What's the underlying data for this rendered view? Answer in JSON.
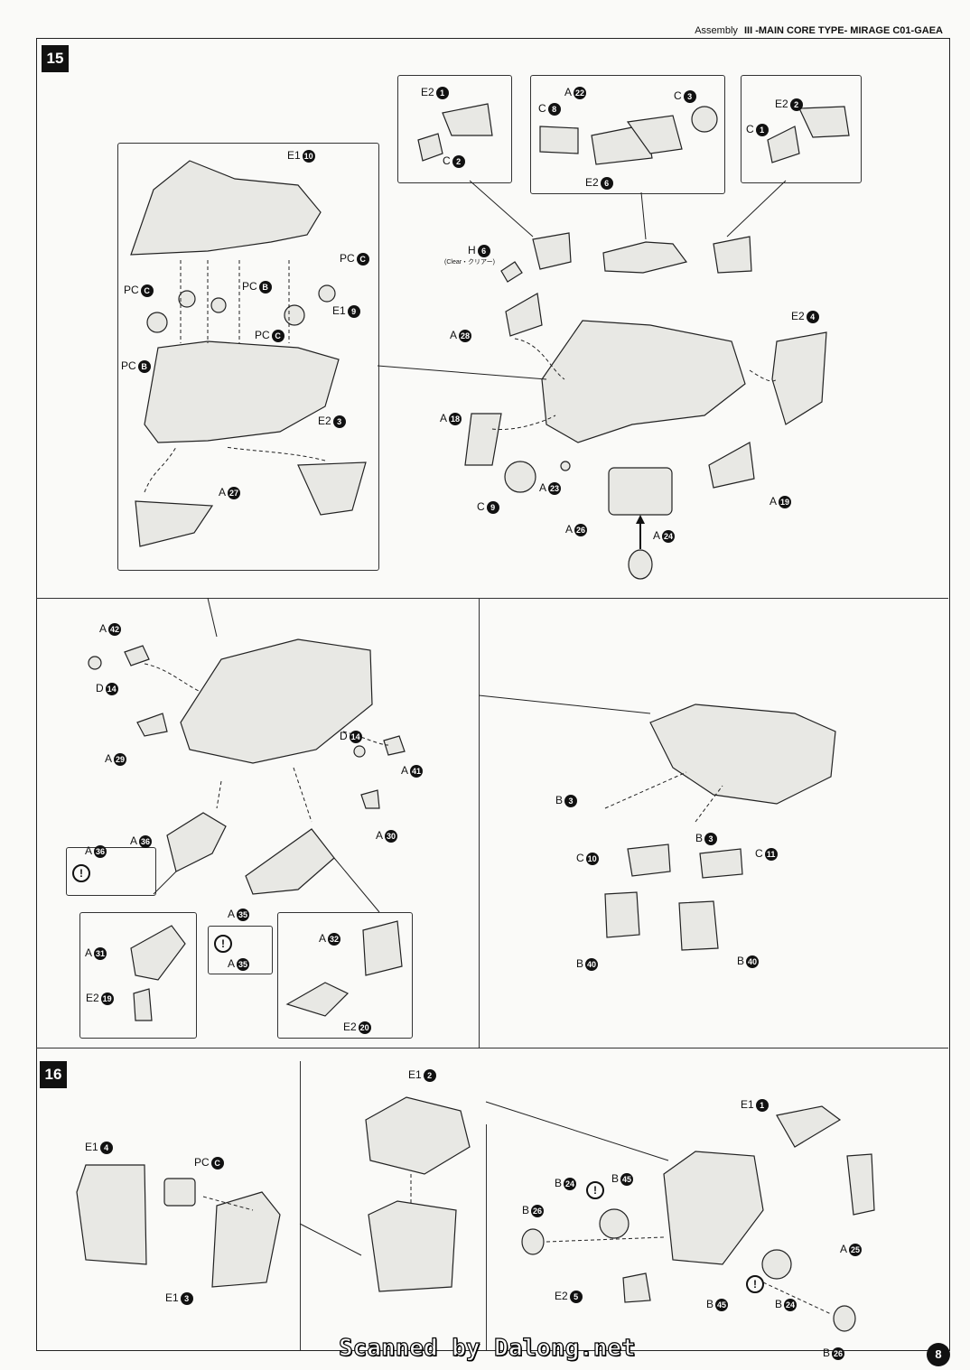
{
  "header": {
    "lead": "Assembly",
    "title": "III -MAIN CORE TYPE- MIRAGE C01-GAEA"
  },
  "steps": {
    "s15": "15",
    "s16": "16"
  },
  "footer": {
    "scan": "Scanned by Dalong.net",
    "page": "8"
  },
  "labels": {
    "e2_1": "E2",
    "n_e2_1": "1",
    "c_2": "C",
    "n_c_2": "2",
    "a_22": "A",
    "n_a_22": "22",
    "c_3": "C",
    "n_c_3": "3",
    "c_8": "C",
    "n_c_8": "8",
    "e2_6": "E2",
    "n_e2_6": "6",
    "e2_2": "E2",
    "n_e2_2": "2",
    "c_1": "C",
    "n_c_1": "1",
    "h_6": "H",
    "n_h_6": "6",
    "clear": "(Clear・クリアー)",
    "e1_10": "E1",
    "n_e1_10": "10",
    "pc_c1": "PC",
    "n_pc_c1": "C",
    "pc_c2": "PC",
    "n_pc_c2": "C",
    "pc_b1": "PC",
    "n_pc_b1": "B",
    "pc_b2": "PC",
    "n_pc_b2": "B",
    "pc_c3": "PC",
    "n_pc_c3": "C",
    "e1_9": "E1",
    "n_e1_9": "9",
    "e2_3": "E2",
    "n_e2_3": "3",
    "a_27": "A",
    "n_a_27": "27",
    "a_28": "A",
    "n_a_28": "28",
    "e2_4": "E2",
    "n_e2_4": "4",
    "a_18": "A",
    "n_a_18": "18",
    "c_9": "C",
    "n_c_9": "9",
    "a_23": "A",
    "n_a_23": "23",
    "a_26": "A",
    "n_a_26": "26",
    "a_24": "A",
    "n_a_24": "24",
    "a_19": "A",
    "n_a_19": "19",
    "a_42": "A",
    "n_a_42": "42",
    "d_14a": "D",
    "n_d_14a": "14",
    "a_29": "A",
    "n_a_29": "29",
    "d_14b": "D",
    "n_d_14b": "14",
    "a_41": "A",
    "n_a_41": "41",
    "a_30": "A",
    "n_a_30": "30",
    "a_36a": "A",
    "n_a_36a": "36",
    "a_36b": "A",
    "n_a_36b": "36",
    "a_35a": "A",
    "n_a_35a": "35",
    "a_35b": "A",
    "n_a_35b": "35",
    "a_31": "A",
    "n_a_31": "31",
    "e2_19": "E2",
    "n_e2_19": "19",
    "a_32": "A",
    "n_a_32": "32",
    "e2_20": "E2",
    "n_e2_20": "20",
    "b_3a": "B",
    "n_b_3a": "3",
    "b_3b": "B",
    "n_b_3b": "3",
    "c_10": "C",
    "n_c_10": "10",
    "c_11": "C",
    "n_c_11": "11",
    "b_40a": "B",
    "n_b_40a": "40",
    "b_40b": "B",
    "n_b_40b": "40",
    "e1_4": "E1",
    "n_e1_4": "4",
    "pc_c4": "PC",
    "n_pc_c4": "C",
    "e1_3": "E1",
    "n_e1_3": "3",
    "e1_2": "E1",
    "n_e1_2": "2",
    "e1_1": "E1",
    "n_e1_1": "1",
    "b_24a": "B",
    "n_b_24a": "24",
    "b_45a": "B",
    "n_b_45a": "45",
    "b_26a": "B",
    "n_b_26a": "26",
    "a_25": "A",
    "n_a_25": "25",
    "e2_5": "E2",
    "n_e2_5": "5",
    "b_45b": "B",
    "n_b_45b": "45",
    "b_24b": "B",
    "n_b_24b": "24",
    "b_26b": "B",
    "n_b_26b": "26",
    "warn": "!"
  }
}
